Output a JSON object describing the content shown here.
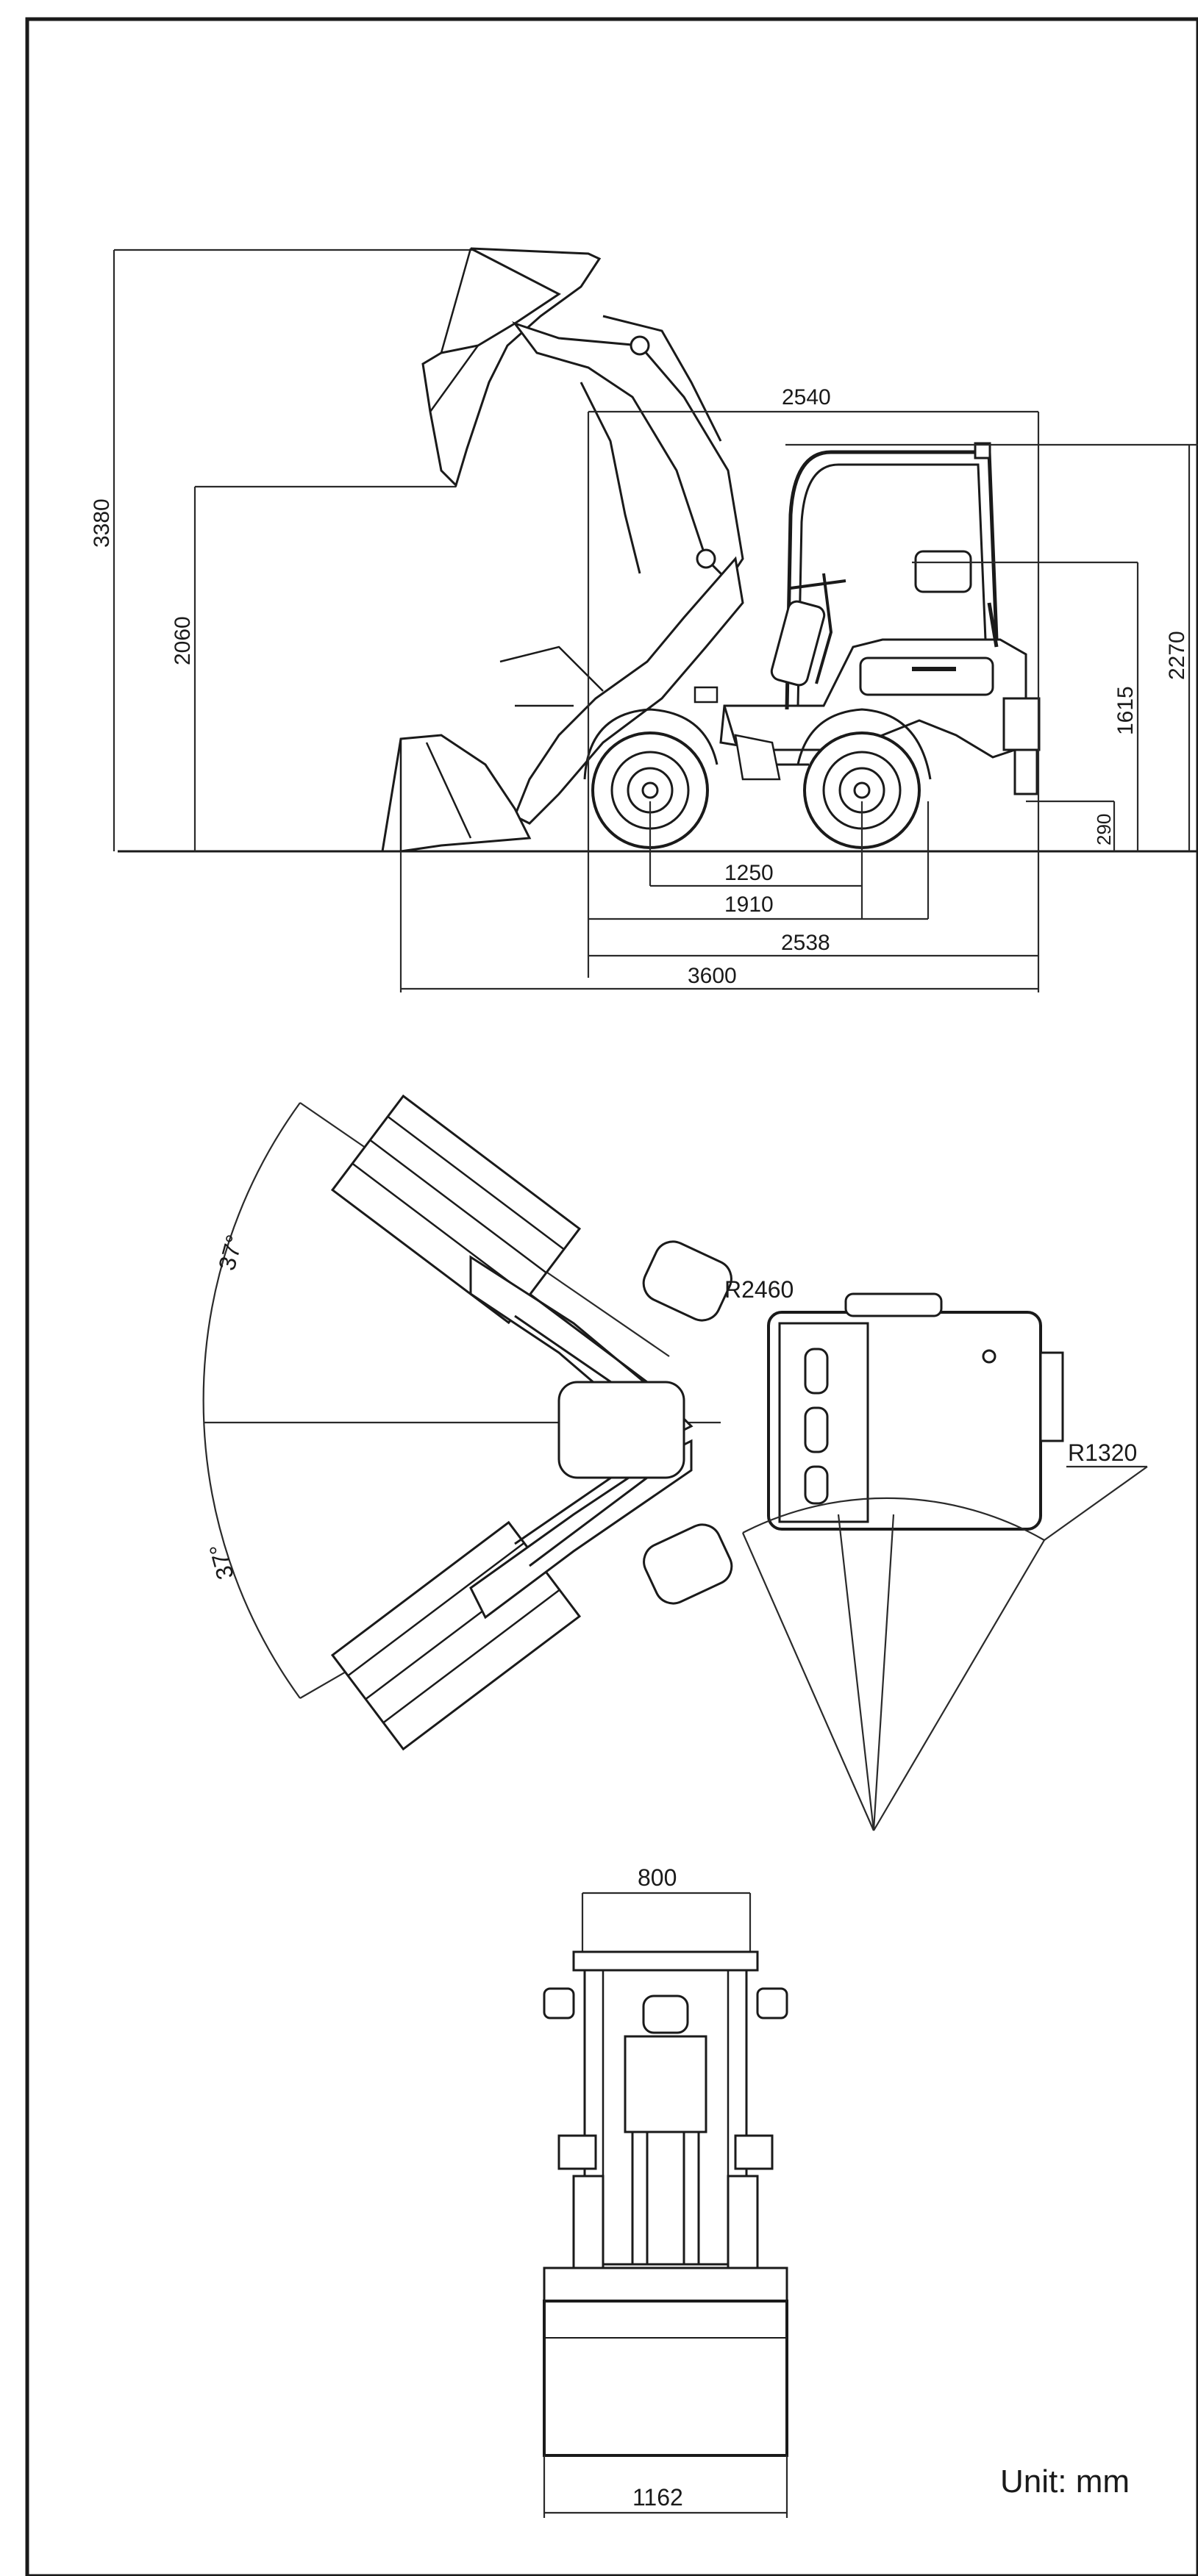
{
  "dimensions": {
    "max_height": "3380",
    "hinge_height": "2060",
    "overall_cab_length": "2540",
    "overall_height": "2270",
    "seat_height": "1615",
    "ground_clearance": "290",
    "wheelbase": "1250",
    "wheel_track_span": "1910",
    "body_length": "2538",
    "overall_length": "3600",
    "articulation_angle_top": "37°",
    "articulation_angle_bottom": "37°",
    "outer_turning_radius": "R2460",
    "inner_turning_radius": "R1320",
    "machine_width": "800",
    "bucket_width": "1162"
  },
  "unit_note": "Unit: mm",
  "colors": {
    "line": "#1a1a1a",
    "paper": "#ffffff",
    "text": "#1a1a1a"
  }
}
